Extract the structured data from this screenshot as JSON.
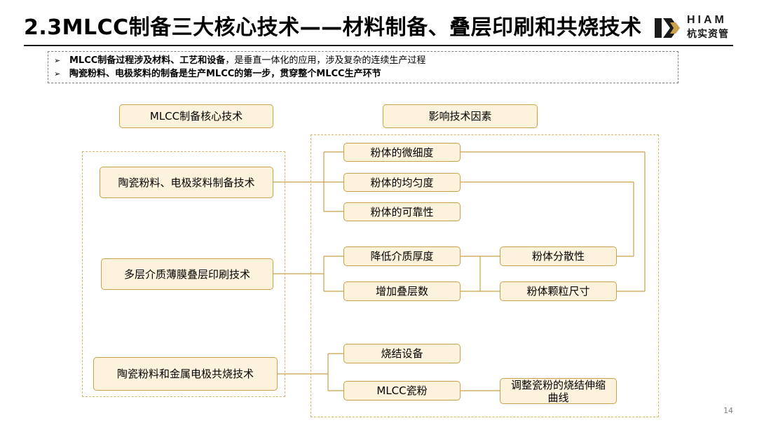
{
  "title": "2.3MLCC制备三大核心技术——材料制备、叠层印刷和共烧技术",
  "logo": {
    "en": "HIAM",
    "cn": "杭实资管"
  },
  "summary": [
    {
      "bold": "MLCC制备过程涉及材料、工艺和设备",
      "normal": "，是垂直一体化的应用，涉及复杂的连续生产过程"
    },
    {
      "bold": "陶瓷粉料、电极浆料的制备是生产MLCC的第一步，贯穿整个MLCC生产环节",
      "normal": ""
    }
  ],
  "headers": {
    "left": "MLCC制备核心技术",
    "right": "影响技术因素"
  },
  "core": [
    "陶瓷粉料、电极浆料制备技术",
    "多层介质薄膜叠层印刷技术",
    "陶瓷粉料和金属电极共烧技术"
  ],
  "powder_factors": [
    "粉体的微细度",
    "粉体的均匀度",
    "粉体的可靠性"
  ],
  "stack_factors": [
    "降低介质厚度",
    "增加叠层数"
  ],
  "stack_results": [
    "粉体分散性",
    "粉体颗粒尺寸"
  ],
  "sinter_factors": [
    "烧结设备",
    "MLCC瓷粉"
  ],
  "sinter_result": "调整瓷粉的烧结伸缩曲线",
  "page_number": "14",
  "colors": {
    "box_fill": "#fdf3dd",
    "box_border": "#c9a24b",
    "dashed_border": "#d9b56a",
    "line": "#c9a24b"
  }
}
